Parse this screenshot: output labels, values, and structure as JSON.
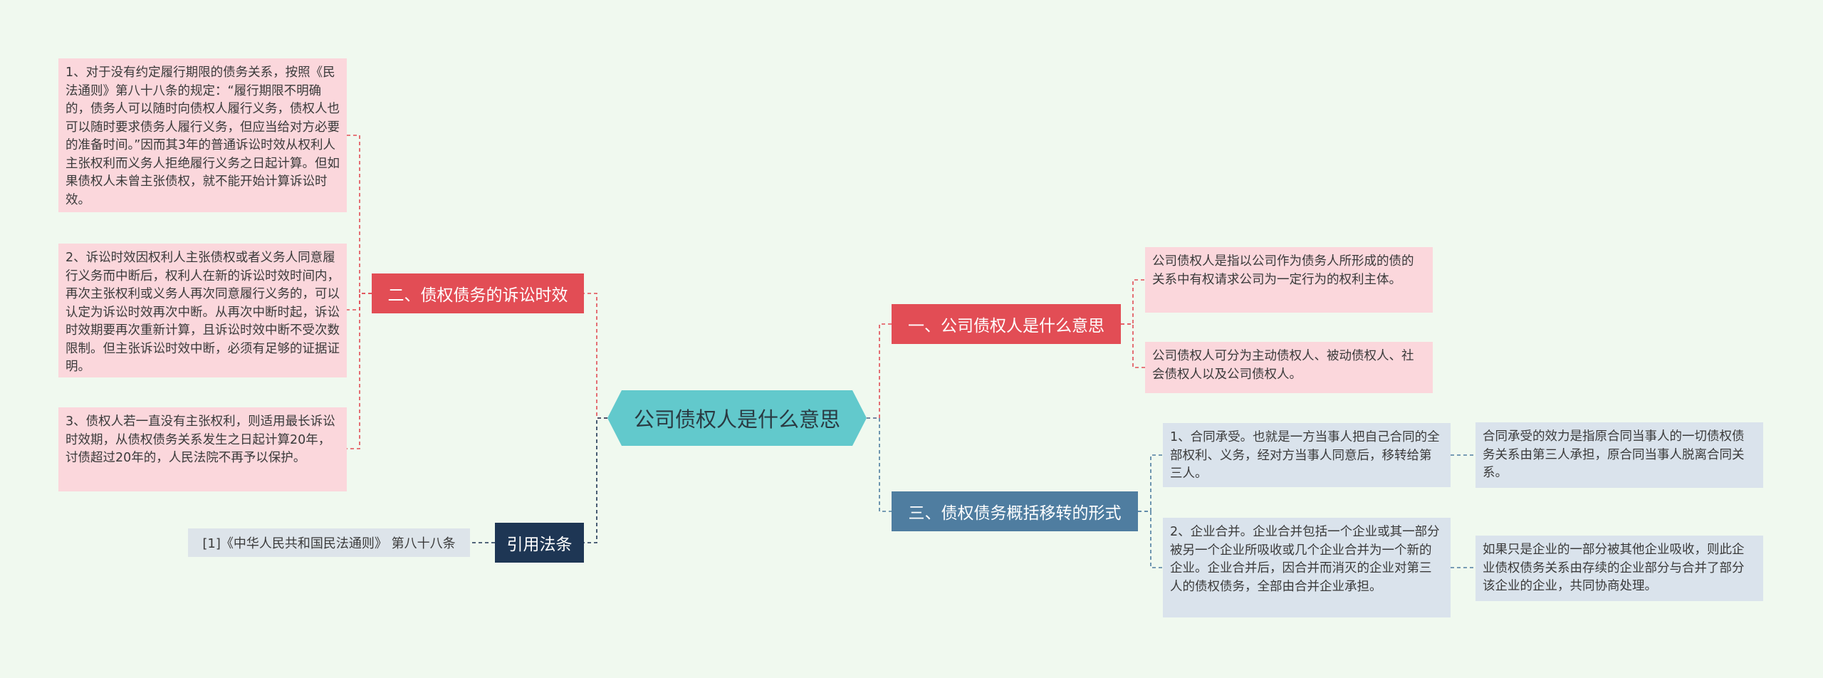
{
  "central": "公司债权人是什么意思",
  "branches": {
    "b1": "一、公司债权人是什么意思",
    "b2": "二、债权债务的诉讼时效",
    "b3": "三、债权债务概括移转的形式",
    "b4": "引用法条"
  },
  "leaves": {
    "b1_1": "公司债权人是指以公司作为债务人所形成的债的关系中有权请求公司为一定行为的权利主体。",
    "b1_2": "公司债权人可分为主动债权人、被动债权人、社会债权人以及公司债权人。",
    "b2_1": "1、对于没有约定履行期限的债务关系，按照《民法通则》第八十八条的规定：“履行期限不明确的，债务人可以随时向债权人履行义务，债权人也可以随时要求债务人履行义务，但应当给对方必要的准备时间。”因而其3年的普通诉讼时效从权利人主张权利而义务人拒绝履行义务之日起计算。但如果债权人未曾主张债权，就不能开始计算诉讼时效。",
    "b2_2": "2、诉讼时效因权利人主张债权或者义务人同意履行义务而中断后，权利人在新的诉讼时效时间内，再次主张权利或义务人再次同意履行义务的，可以认定为诉讼时效再次中断。从再次中断时起，诉讼时效期要再次重新计算，且诉讼时效中断不受次数限制。但主张诉讼时效中断，必须有足够的证据证明。",
    "b2_3": "3、债权人若一直没有主张权利，则适用最长诉讼时效期，从债权债务关系发生之日起计算20年，讨债超过20年的，人民法院不再予以保护。",
    "b3_1": "1、合同承受。也就是一方当事人把自己合同的全部权利、义务，经对方当事人同意后，移转给第三人。",
    "b3_2": "2、企业合并。企业合并包括一个企业或其一部分被另一个企业所吸收或几个企业合并为一个新的企业。企业合并后，因合并而消灭的企业对第三人的债权债务，全部由合并企业承担。",
    "b3_1_1": "合同承受的效力是指原合同当事人的一切债权债务关系由第三人承担，原合同当事人脱离合同关系。",
    "b3_2_1": "如果只是企业的一部分被其他企业吸收，则此企业债权债务关系由存续的企业部分与合并了部分该企业的企业，共同协商处理。",
    "b4_1": "[1]《中华人民共和国民法通则》 第八十八条"
  },
  "colors": {
    "background": "#f0f9ef",
    "central": "#62c9cc",
    "red_branch": "#e24d55",
    "blue_branch": "#4f7da0",
    "navy_branch": "#1e3654",
    "pink_leaf": "#fbd7dc",
    "grey_leaf": "#dae3ec"
  }
}
